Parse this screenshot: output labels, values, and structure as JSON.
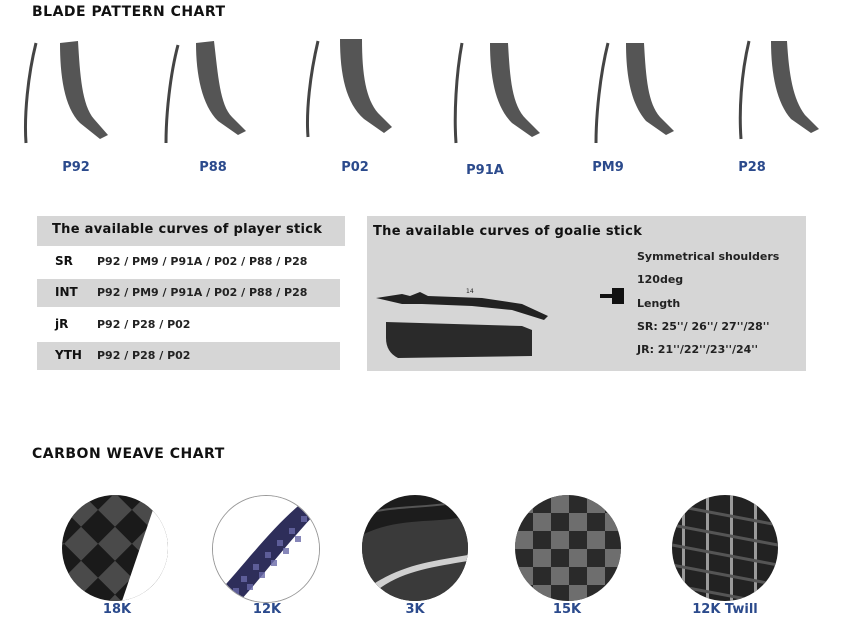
{
  "blade_chart": {
    "title": "BLADE PATTERN CHART",
    "patterns": [
      "P92",
      "P88",
      "P02",
      "P91A",
      "PM9",
      "P28"
    ]
  },
  "player_curves": {
    "title": "The available curves of player stick",
    "rows": [
      {
        "code": "SR",
        "curves": "P92 / PM9 / P91A / P02 / P88 / P28"
      },
      {
        "code": "INT",
        "curves": "P92 / PM9 / P91A / P02 / P88 / P28"
      },
      {
        "code": "jR",
        "curves": "P92 / P28 / P02"
      },
      {
        "code": "YTH",
        "curves": "P92 / P28 / P02"
      }
    ]
  },
  "goalie_curves": {
    "title": "The available curves of goalie stick",
    "blade_number": "14",
    "specs": [
      "Symmetrical shoulders",
      "120deg",
      "Length",
      "SR: 25''/ 26''/ 27''/28''",
      "JR: 21''/22''/23''/24''"
    ]
  },
  "carbon_chart": {
    "title": "CARBON WEAVE CHART",
    "weaves": [
      "18K",
      "12K",
      "3K",
      "15K",
      "12K Twill"
    ]
  },
  "colors": {
    "label_blue": "#2b4a8c",
    "panel_gray": "#d6d6d6",
    "blade_gray": "#555555"
  }
}
